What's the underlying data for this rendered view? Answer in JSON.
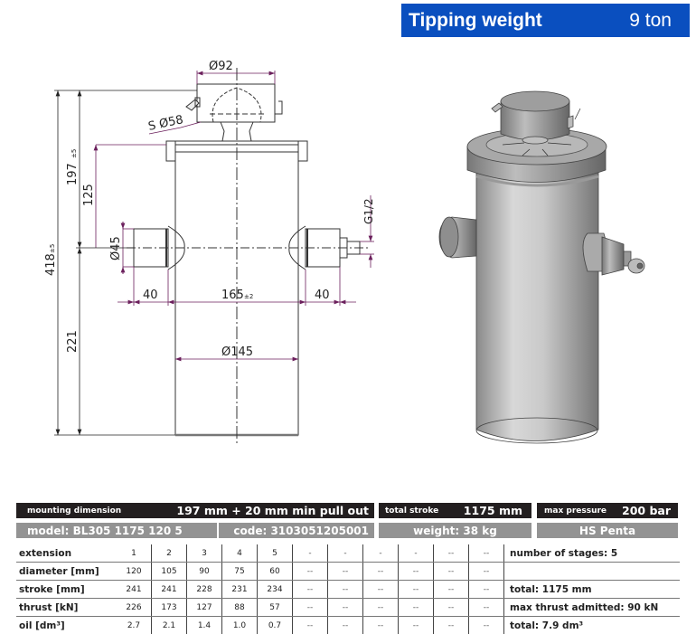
{
  "banner": {
    "title": "Tipping weight",
    "value": "9 ton",
    "color": "#0a4fbf"
  },
  "drawing": {
    "dims": {
      "top_diameter": "Ø92",
      "ball_diameter": "S Ø58",
      "height_upper": "197",
      "height_upper_tol": "±5",
      "height_total": "418",
      "height_total_tol": "±5",
      "port_height": "125",
      "port_diameter": "Ø45",
      "thread": "G1/2",
      "left_stub": "40",
      "center_span": "165",
      "center_span_tol": "±2",
      "right_stub": "40",
      "body_diameter": "Ø145",
      "height_lower": "221"
    },
    "dim_color": "#6b1f5c"
  },
  "spec_header": {
    "mounting_label": "mounting dimension",
    "mounting_value": "197 mm + 20 mm min pull out",
    "stroke_label": "total stroke",
    "stroke_value": "1175 mm",
    "pressure_label": "max pressure",
    "pressure_value": "200 bar",
    "model": "model: BL305 1175 120 5",
    "code": "code: 3103051205001",
    "weight": "weight: 38 kg",
    "series": "HS Penta"
  },
  "table": {
    "rows": [
      {
        "label": "extension",
        "cells": [
          "1",
          "2",
          "3",
          "4",
          "5",
          "-",
          "-",
          "-",
          "-",
          "--",
          "--"
        ],
        "note": "number of stages: 5"
      },
      {
        "label": "diameter [mm]",
        "cells": [
          "120",
          "105",
          "90",
          "75",
          "60",
          "--",
          "--",
          "--",
          "--",
          "--",
          "--"
        ],
        "note": ""
      },
      {
        "label": "stroke [mm]",
        "cells": [
          "241",
          "241",
          "228",
          "231",
          "234",
          "--",
          "--",
          "--",
          "--",
          "--",
          "--"
        ],
        "note": "total: 1175 mm"
      },
      {
        "label": "thrust [kN]",
        "cells": [
          "226",
          "173",
          "127",
          "88",
          "57",
          "--",
          "--",
          "--",
          "--",
          "--",
          "--"
        ],
        "note": "max thrust admitted: 90 kN"
      },
      {
        "label": "oil [dm³]",
        "cells": [
          "2.7",
          "2.1",
          "1.4",
          "1.0",
          "0.7",
          "--",
          "--",
          "--",
          "--",
          "--",
          "--"
        ],
        "note": "total: 7.9 dm³"
      }
    ]
  }
}
